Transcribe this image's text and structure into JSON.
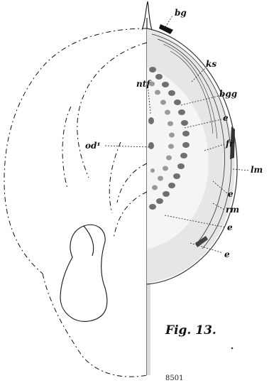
{
  "figure": {
    "caption": "Fig. 13.",
    "code": "8501",
    "labels": {
      "bg": "bg",
      "ks": "ks",
      "ntf": "ntf",
      "bgg": "bgg",
      "e1": "e",
      "od": "od¹",
      "fr": "fr",
      "lm": "lm",
      "e2": "e",
      "rm": "rm",
      "e3": "e",
      "e4": "e"
    }
  },
  "colors": {
    "ink": "#111111",
    "shade": "#e2e2e2",
    "cells": "#6f6f6f"
  }
}
